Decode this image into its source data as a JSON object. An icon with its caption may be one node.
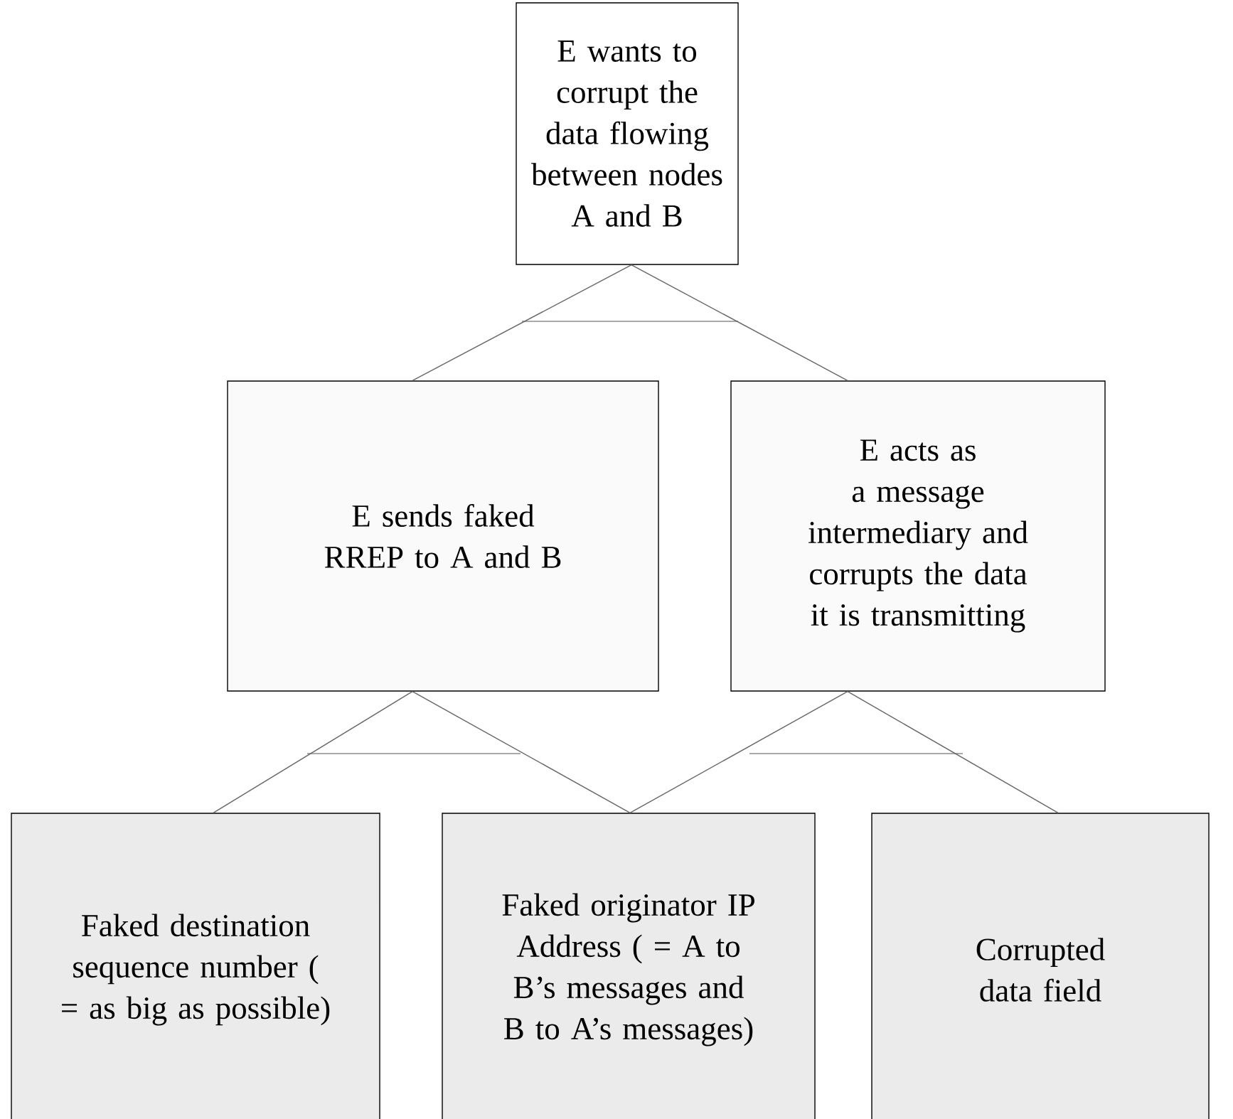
{
  "diagram": {
    "nodes": [
      {
        "text": [
          "E wants to corrupt the data flowing between nodes A and B"
        ]
      },
      {
        "text": [
          "E sends faked RREP to A and B"
        ]
      },
      {
        "text": [
          "E acts as a message intermediary and corrupts the data it is transmitting"
        ]
      },
      {
        "text": [
          "Faked destination sequence number ( = as big as possible)"
        ]
      },
      {
        "text": [
          "Faked originator IP Address ( = A to B’s messages and B to A’s messages)"
        ]
      },
      {
        "text": [
          "Corrupted data field"
        ]
      }
    ],
    "edges": [
      {
        "from": 0,
        "to": 1,
        "arrow": "none"
      },
      {
        "from": 0,
        "to": 2,
        "arrow": "none"
      },
      {
        "from": 1,
        "to": 3,
        "arrow": "none"
      },
      {
        "from": 1,
        "to": 4,
        "arrow": "none"
      },
      {
        "from": 2,
        "to": 4,
        "arrow": "none"
      },
      {
        "from": 2,
        "to": 5,
        "arrow": "none"
      }
    ]
  }
}
